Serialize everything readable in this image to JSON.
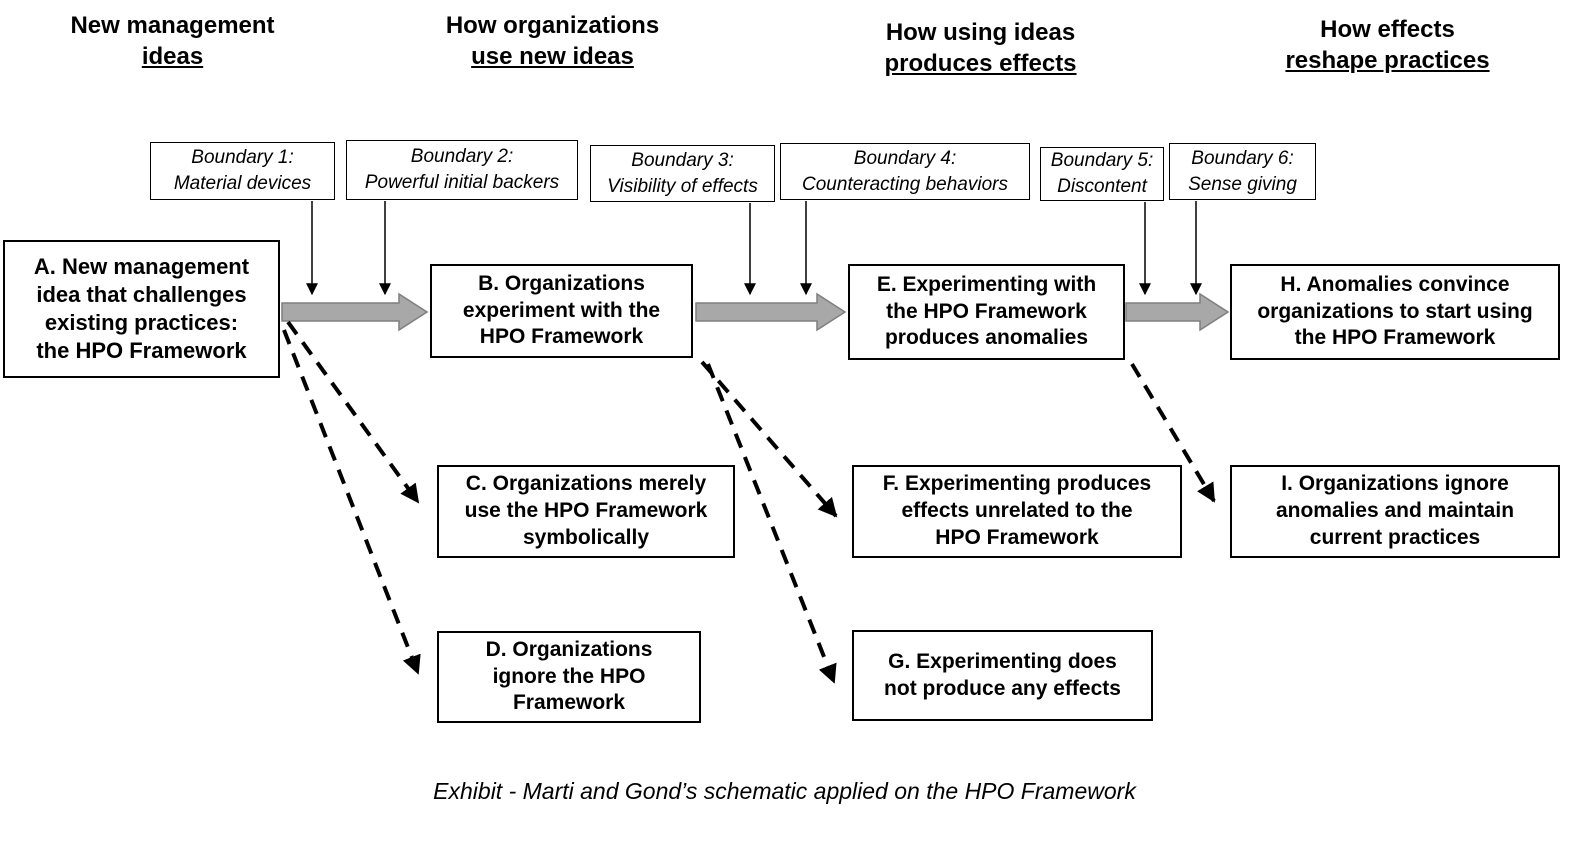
{
  "columns": [
    {
      "line1": "New management",
      "line2": "ideas"
    },
    {
      "line1": "How organizations",
      "line2": "use new ideas"
    },
    {
      "line1": "How using ideas",
      "line2": "produces effects"
    },
    {
      "line1": "How effects",
      "line2": "reshape practices"
    }
  ],
  "boundaries": [
    {
      "title": "Boundary 1:",
      "label": "Material devices"
    },
    {
      "title": "Boundary 2:",
      "label": "Powerful initial backers"
    },
    {
      "title": "Boundary 3:",
      "label": "Visibility of effects"
    },
    {
      "title": "Boundary 4:",
      "label": "Counteracting behaviors"
    },
    {
      "title": "Boundary 5:",
      "label": "Discontent"
    },
    {
      "title": "Boundary 6:",
      "label": "Sense giving"
    }
  ],
  "boxes": {
    "a": "A. New management\nidea that challenges\nexisting practices:\nthe HPO Framework",
    "b": "B. Organizations\nexperiment with the\nHPO Framework",
    "c": "C. Organizations merely\nuse the HPO Framework\nsymbolically",
    "d": "D. Organizations\nignore the HPO\nFramework",
    "e": "E. Experimenting with\nthe HPO Framework\nproduces anomalies",
    "f": "F. Experimenting produces\neffects unrelated to the\nHPO Framework",
    "g": "G. Experimenting does\nnot produce any effects",
    "h": "H. Anomalies convince\norganizations to start using\nthe HPO Framework",
    "i": "I. Organizations ignore\nanomalies and maintain\ncurrent practices"
  },
  "caption": "Exhibit - Marti and Gond’s schematic applied on the HPO Framework",
  "colors": {
    "flow_arrow_fill": "#a8a8a8",
    "flow_arrow_stroke": "#7f7f7f",
    "line": "#000000",
    "background": "#ffffff"
  }
}
